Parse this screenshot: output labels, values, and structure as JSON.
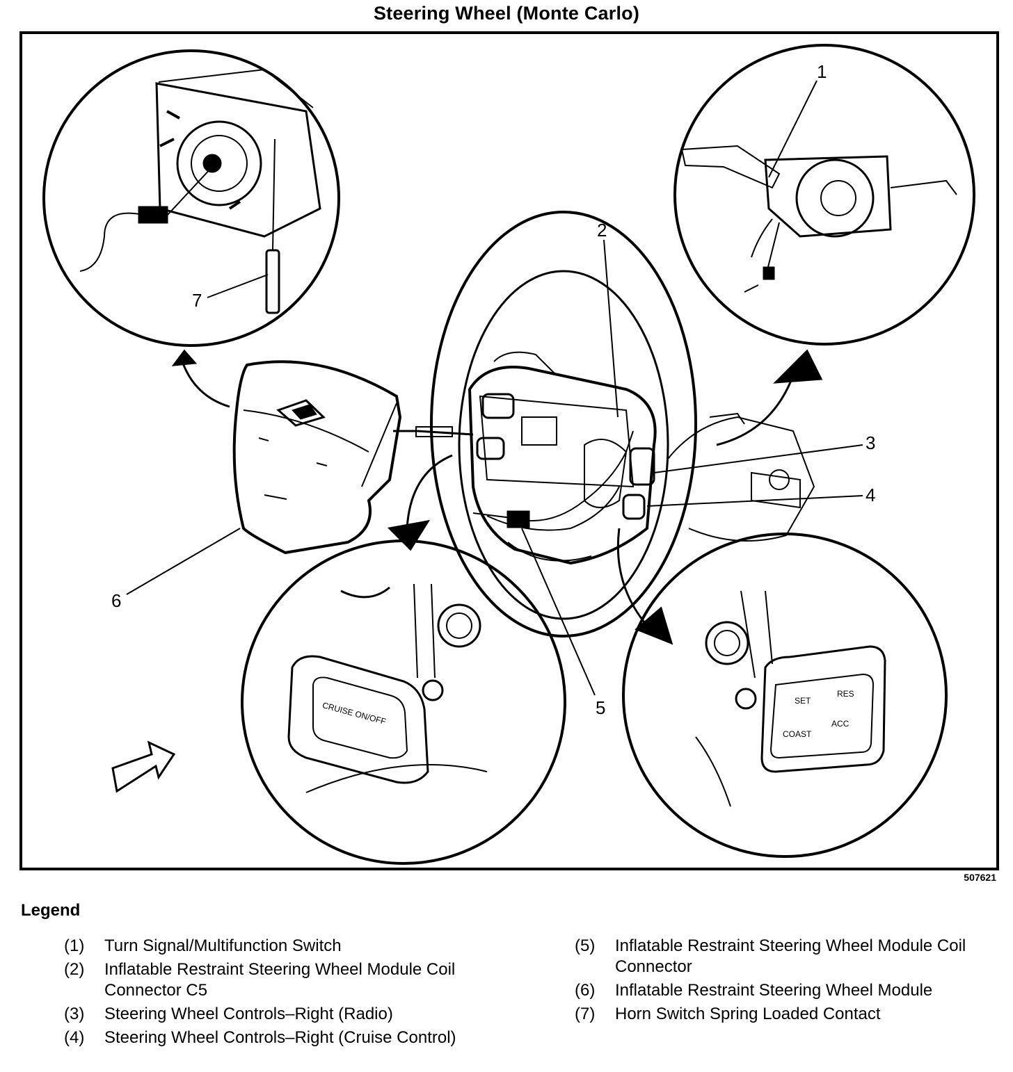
{
  "title": "Steering Wheel (Monte Carlo)",
  "figure_id": "507621",
  "legend_title": "Legend",
  "callouts": [
    "1",
    "2",
    "3",
    "4",
    "5",
    "6",
    "7"
  ],
  "button_labels": {
    "cruise": "CRUISE ON/OFF",
    "set": "SET",
    "res": "RES",
    "coast": "COAST",
    "acc": "ACC"
  },
  "legend_left": [
    {
      "num": "(1)",
      "text": "Turn Signal/Multifunction Switch"
    },
    {
      "num": "(2)",
      "text": "Inflatable Restraint Steering Wheel Module Coil Connector C5"
    },
    {
      "num": "(3)",
      "text": "Steering Wheel Controls–Right (Radio)"
    },
    {
      "num": "(4)",
      "text": "Steering Wheel Controls–Right (Cruise Control)"
    }
  ],
  "legend_right": [
    {
      "num": "(5)",
      "text": "Inflatable Restraint Steering Wheel Module Coil Connector"
    },
    {
      "num": "(6)",
      "text": "Inflatable Restraint Steering Wheel Module"
    },
    {
      "num": "(7)",
      "text": "Horn Switch Spring Loaded Contact"
    }
  ]
}
